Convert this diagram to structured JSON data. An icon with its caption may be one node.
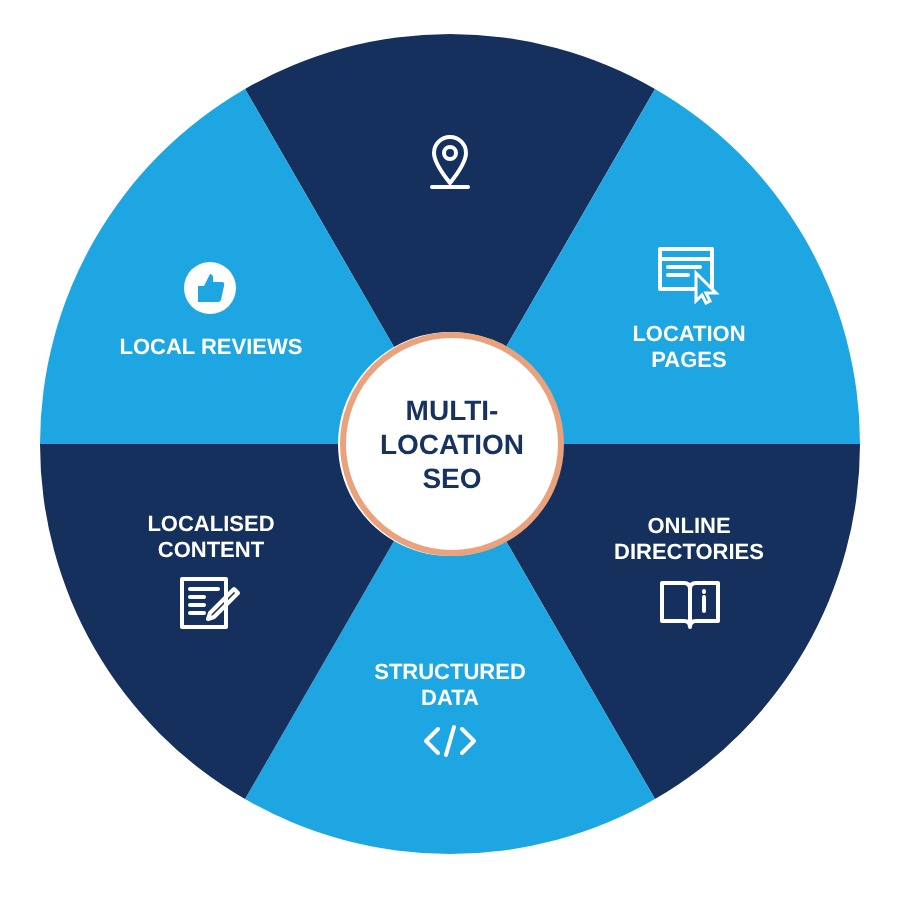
{
  "diagram": {
    "nodes": [
      {
        "text": [
          "MULTI-LOCATION SEO"
        ]
      },
      {
        "text": [],
        "shape": "wedge"
      },
      {
        "text": [
          "LOCATION PAGES"
        ]
      },
      {
        "text": [
          "ONLINE DIRECTORIES"
        ]
      },
      {
        "text": [
          "STRUCTURED DATA"
        ]
      },
      {
        "text": [
          "LOCALISED CONTENT"
        ]
      },
      {
        "text": [
          "LOCAL REVIEWS"
        ]
      }
    ]
  }
}
